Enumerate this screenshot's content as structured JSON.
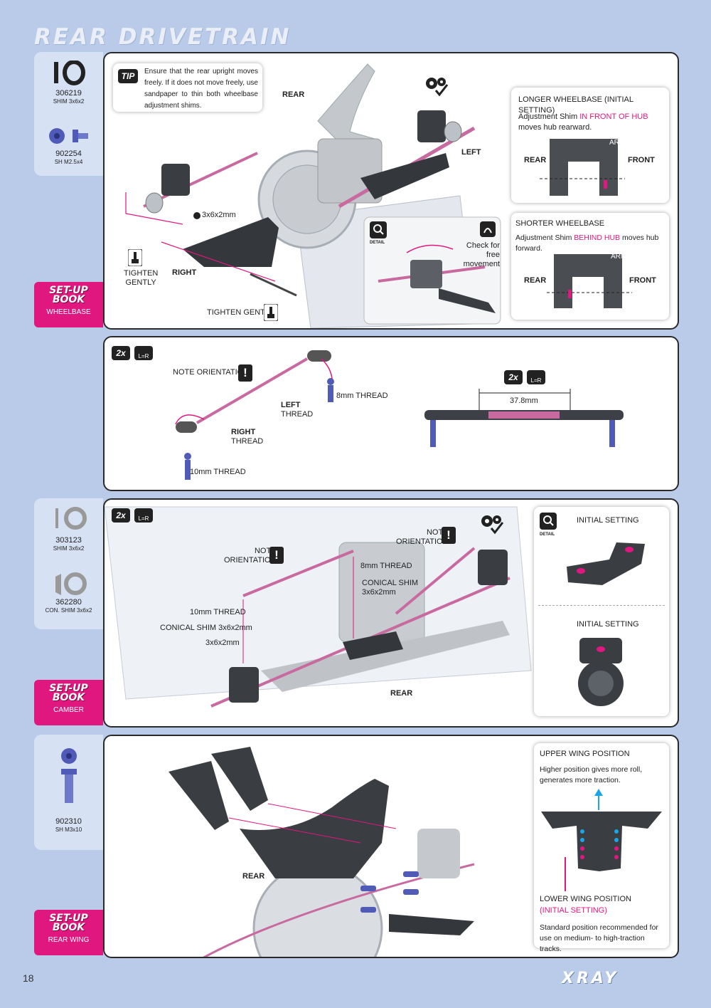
{
  "page": {
    "title": "REAR DRIVETRAIN",
    "number": "18",
    "logo": "XRAY"
  },
  "s1": {
    "parts": [
      {
        "pn": "306219",
        "desc": "SHIM 3x6x2"
      },
      {
        "pn": "902254",
        "desc": "SH M2.5x4"
      }
    ],
    "setup": {
      "line1": "SET-UP",
      "line2": "BOOK",
      "name": "WHEELBASE"
    },
    "tip": {
      "badge": "TIP",
      "text": "Ensure that the rear upright moves freely. If it does not move freely, use sandpaper to thin both wheelbase adjustment shims."
    },
    "labels": {
      "rear": "REAR",
      "left": "LEFT",
      "right": "RIGHT",
      "shim": "3x6x2mm",
      "tighten1": "TIGHTEN",
      "tighten2": "GENTLY",
      "tighten_gently": "TIGHTEN GENTLY",
      "check": "Check for free movement",
      "detail": "DETAIL"
    },
    "longer": {
      "title": "LONGER WHEELBASE (INITIAL SETTING)",
      "text_a": "Adjustment Shim ",
      "text_hl": "IN FRONT OF HUB",
      "text_b": " moves hub rearward.",
      "arm": "ARM",
      "rear": "REAR",
      "front": "FRONT"
    },
    "shorter": {
      "title": "SHORTER WHEELBASE",
      "text_a": "Adjustment Shim ",
      "text_hl": "BEHIND HUB",
      "text_b": " moves hub forward.",
      "arm": "ARM",
      "rear": "REAR",
      "front": "FRONT"
    }
  },
  "s2": {
    "qty": "2x",
    "lr": "L=R",
    "labels": {
      "note": "NOTE ORIENTATION",
      "left": "LEFT",
      "thread": "THREAD",
      "right": "RIGHT",
      "thread8": "8mm THREAD",
      "thread10": "10mm THREAD",
      "length": "37.8mm"
    }
  },
  "s3": {
    "parts": [
      {
        "pn": "303123",
        "desc": "SHIM 3x6x2"
      },
      {
        "pn": "362280",
        "desc": "CON. SHIM 3x6x2"
      }
    ],
    "setup": {
      "line1": "SET-UP",
      "line2": "BOOK",
      "name": "CAMBER"
    },
    "qty": "2x",
    "lr": "L=R",
    "labels": {
      "note1a": "NOTE",
      "note1b": "ORIENTATION",
      "note2a": "NOTE",
      "note2b": "ORIENTATION",
      "thread8": "8mm THREAD",
      "conical1a": "CONICAL SHIM",
      "conical1b": "3x6x2mm",
      "thread10": "10mm THREAD",
      "conical2": "CONICAL SHIM 3x6x2mm",
      "shim": "3x6x2mm",
      "rear": "REAR",
      "detail": "DETAIL",
      "initial1": "INITIAL SETTING",
      "initial2": "INITIAL SETTING"
    }
  },
  "s4": {
    "parts": [
      {
        "pn": "902310",
        "desc": "SH M3x10"
      }
    ],
    "setup": {
      "line1": "SET-UP",
      "line2": "BOOK",
      "name": "REAR WING"
    },
    "labels": {
      "rear": "REAR"
    },
    "upper": {
      "title": "UPPER WING POSITION",
      "text": "Higher position gives more roll, generates more traction."
    },
    "lower": {
      "title": "LOWER WING POSITION",
      "initial": "(INITIAL SETTING)",
      "text": "Standard position recommended for use on medium- to high-traction tracks."
    }
  },
  "colors": {
    "accent": "#e0177f",
    "part_blue": "#4f5bb7",
    "side": "#d6e1f3",
    "bg": "#b9cbe9"
  }
}
